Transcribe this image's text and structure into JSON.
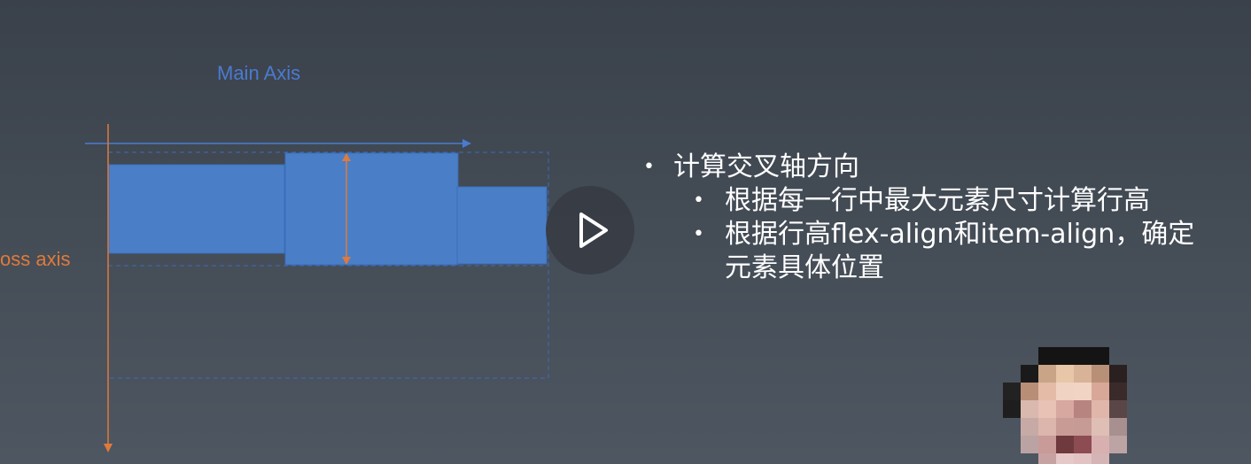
{
  "diagram": {
    "main_axis_label": "Main Axis",
    "cross_axis_label": "oss axis",
    "colors": {
      "main_axis": "#4a7bd0",
      "cross_axis": "#e07a3a",
      "box_fill": "#4a7fc8",
      "box_stroke": "#3b6cb8"
    }
  },
  "bullets": {
    "item1": "计算交叉轴方向",
    "item1_children": [
      "根据每一行中最大元素尺寸计算行高",
      "根据行高flex-align和item-align，确定元素具体位置"
    ]
  },
  "video": {
    "play_icon": "play-icon"
  }
}
